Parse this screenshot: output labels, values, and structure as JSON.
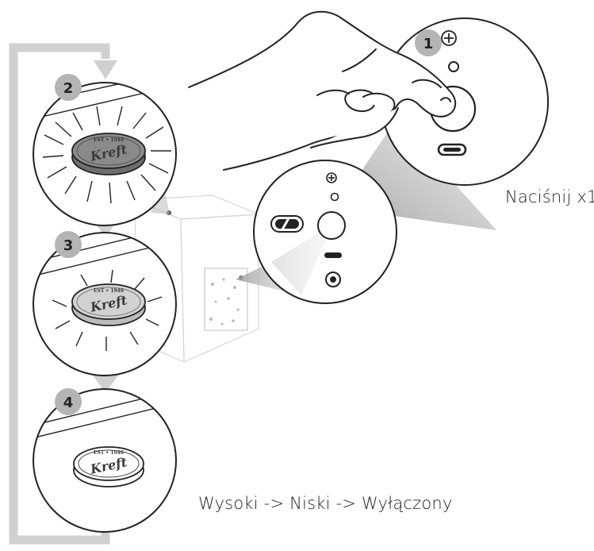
{
  "instructions": {
    "press_label": "Naciśnij x1",
    "sequence_label": "Wysoki -> Niski -> Wyłączony"
  },
  "steps": [
    {
      "number": "1"
    },
    {
      "number": "2"
    },
    {
      "number": "3"
    },
    {
      "number": "4"
    }
  ],
  "coin": {
    "top_text": "EST • 1946",
    "script_text": "Kreft"
  },
  "colors": {
    "arrow_loop": "#d0d0d0",
    "badge": "#b4b4b4",
    "line": "#222222"
  }
}
